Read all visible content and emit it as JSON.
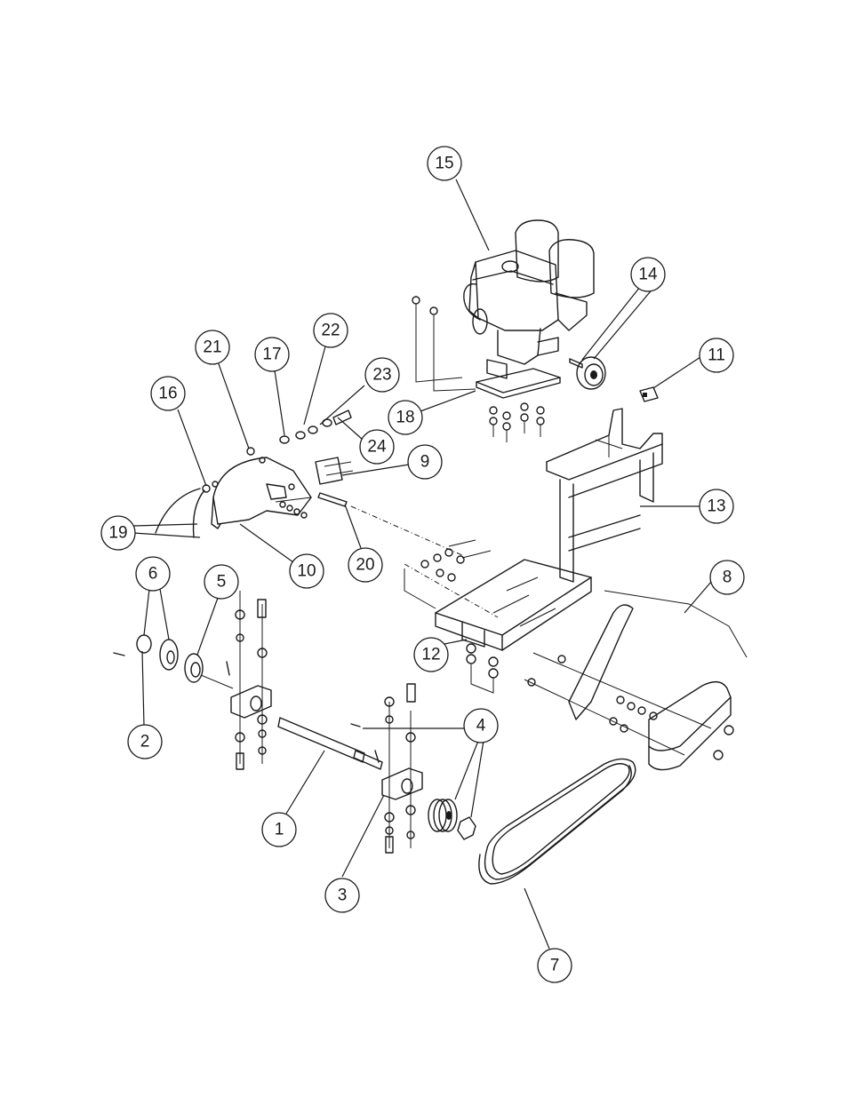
{
  "callouts": [
    {
      "label": "15"
    },
    {
      "label": "14"
    },
    {
      "label": "11"
    },
    {
      "label": "22"
    },
    {
      "label": "21"
    },
    {
      "label": "17"
    },
    {
      "label": "23"
    },
    {
      "label": "16"
    },
    {
      "label": "18"
    },
    {
      "label": "24"
    },
    {
      "label": "9"
    },
    {
      "label": "13"
    },
    {
      "label": "19"
    },
    {
      "label": "10"
    },
    {
      "label": "20"
    },
    {
      "label": "8"
    },
    {
      "label": "6"
    },
    {
      "label": "5"
    },
    {
      "label": "12"
    },
    {
      "label": "4"
    },
    {
      "label": "2"
    },
    {
      "label": "1"
    },
    {
      "label": "3"
    },
    {
      "label": "7"
    }
  ],
  "colors": {
    "line": "#1a1a1a",
    "background": "#ffffff"
  }
}
